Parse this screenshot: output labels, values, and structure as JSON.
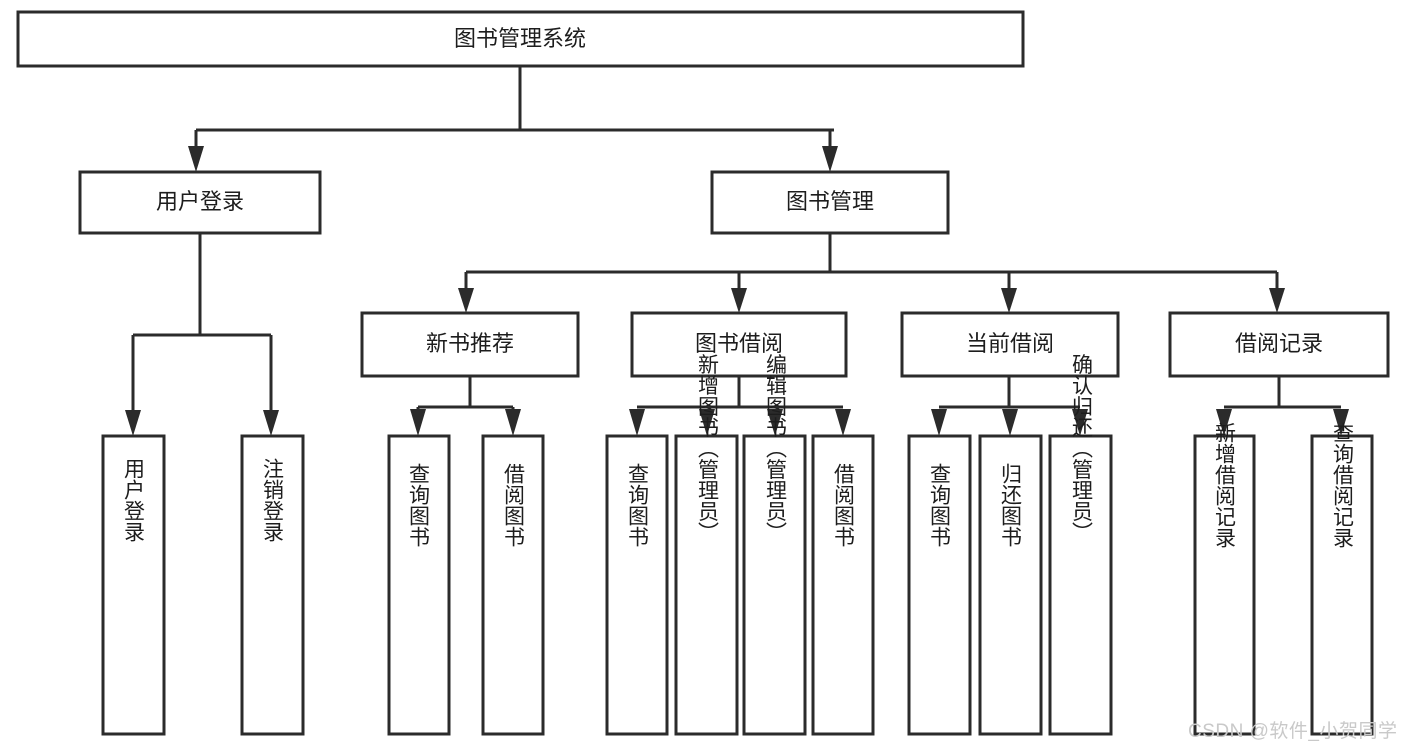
{
  "diagram": {
    "title": "图书管理系统",
    "watermark": "CSDN @软件_小贺同学",
    "colors": {
      "stroke": "#2b2b2b",
      "fill": "#ffffff",
      "text": "#1d1d1d",
      "watermark": "#c9c9c9",
      "background": "#ffffff"
    },
    "root": {
      "label": "图书管理系统"
    },
    "level2": [
      {
        "label": "用户登录"
      },
      {
        "label": "图书管理"
      }
    ],
    "level3": [
      {
        "label": "新书推荐"
      },
      {
        "label": "图书借阅"
      },
      {
        "label": "当前借阅"
      },
      {
        "label": "借阅记录"
      }
    ],
    "leaves": [
      {
        "label": "用户登录",
        "parent": "用户登录"
      },
      {
        "label": "注销登录",
        "parent": "用户登录"
      },
      {
        "label": "查询图书",
        "parent": "新书推荐"
      },
      {
        "label": "借阅图书",
        "parent": "新书推荐"
      },
      {
        "label": "查询图书",
        "parent": "图书借阅"
      },
      {
        "label": "新增图书（管理员）",
        "parent": "图书借阅"
      },
      {
        "label": "编辑图书（管理员）",
        "parent": "图书借阅"
      },
      {
        "label": "借阅图书",
        "parent": "图书借阅"
      },
      {
        "label": "查询图书",
        "parent": "当前借阅"
      },
      {
        "label": "归还图书",
        "parent": "当前借阅"
      },
      {
        "label": "确认归还（管理员）",
        "parent": "当前借阅"
      },
      {
        "label": "新增借阅记录",
        "parent": "借阅记录"
      },
      {
        "label": "查询借阅记录",
        "parent": "借阅记录"
      }
    ]
  }
}
